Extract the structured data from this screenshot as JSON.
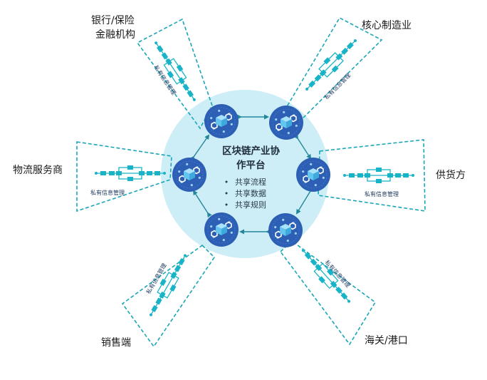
{
  "platform": {
    "title_line1": "区块链产业协",
    "title_line2": "作平台",
    "features": [
      "共享流程",
      "共享数据",
      "共享规则"
    ]
  },
  "private_label": "私有信息管理",
  "sectors": {
    "bank": [
      "银行/保险",
      "金融机构"
    ],
    "manufacturing": "核心制造业",
    "logistics": "物流服务商",
    "supplier": "供货方",
    "sales": "销售端",
    "customs": "海关/港口"
  },
  "colors": {
    "hub_circle": "#cdeef6",
    "node_fill": "#2d5fb4",
    "node_ring": "#3f76cc",
    "wedge_stroke": "#1aa6b7",
    "chain_block": "#19b3c8",
    "arrow": "#23869a",
    "cube_icon": "#63c6ee"
  }
}
